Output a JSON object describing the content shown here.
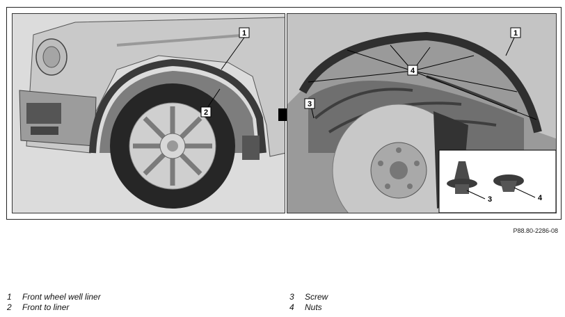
{
  "figure": {
    "reference": "P88.80-2286-08",
    "left_callouts": [
      "1",
      "2"
    ],
    "right_callouts": [
      "1",
      "4",
      "3"
    ],
    "inset_callouts": [
      "3",
      "4"
    ]
  },
  "legend": {
    "items": [
      {
        "num": "1",
        "label": "Front wheel well liner"
      },
      {
        "num": "2",
        "label": "Front to liner"
      },
      {
        "num": "3",
        "label": "Screw"
      },
      {
        "num": "4",
        "label": "Nuts"
      }
    ]
  }
}
